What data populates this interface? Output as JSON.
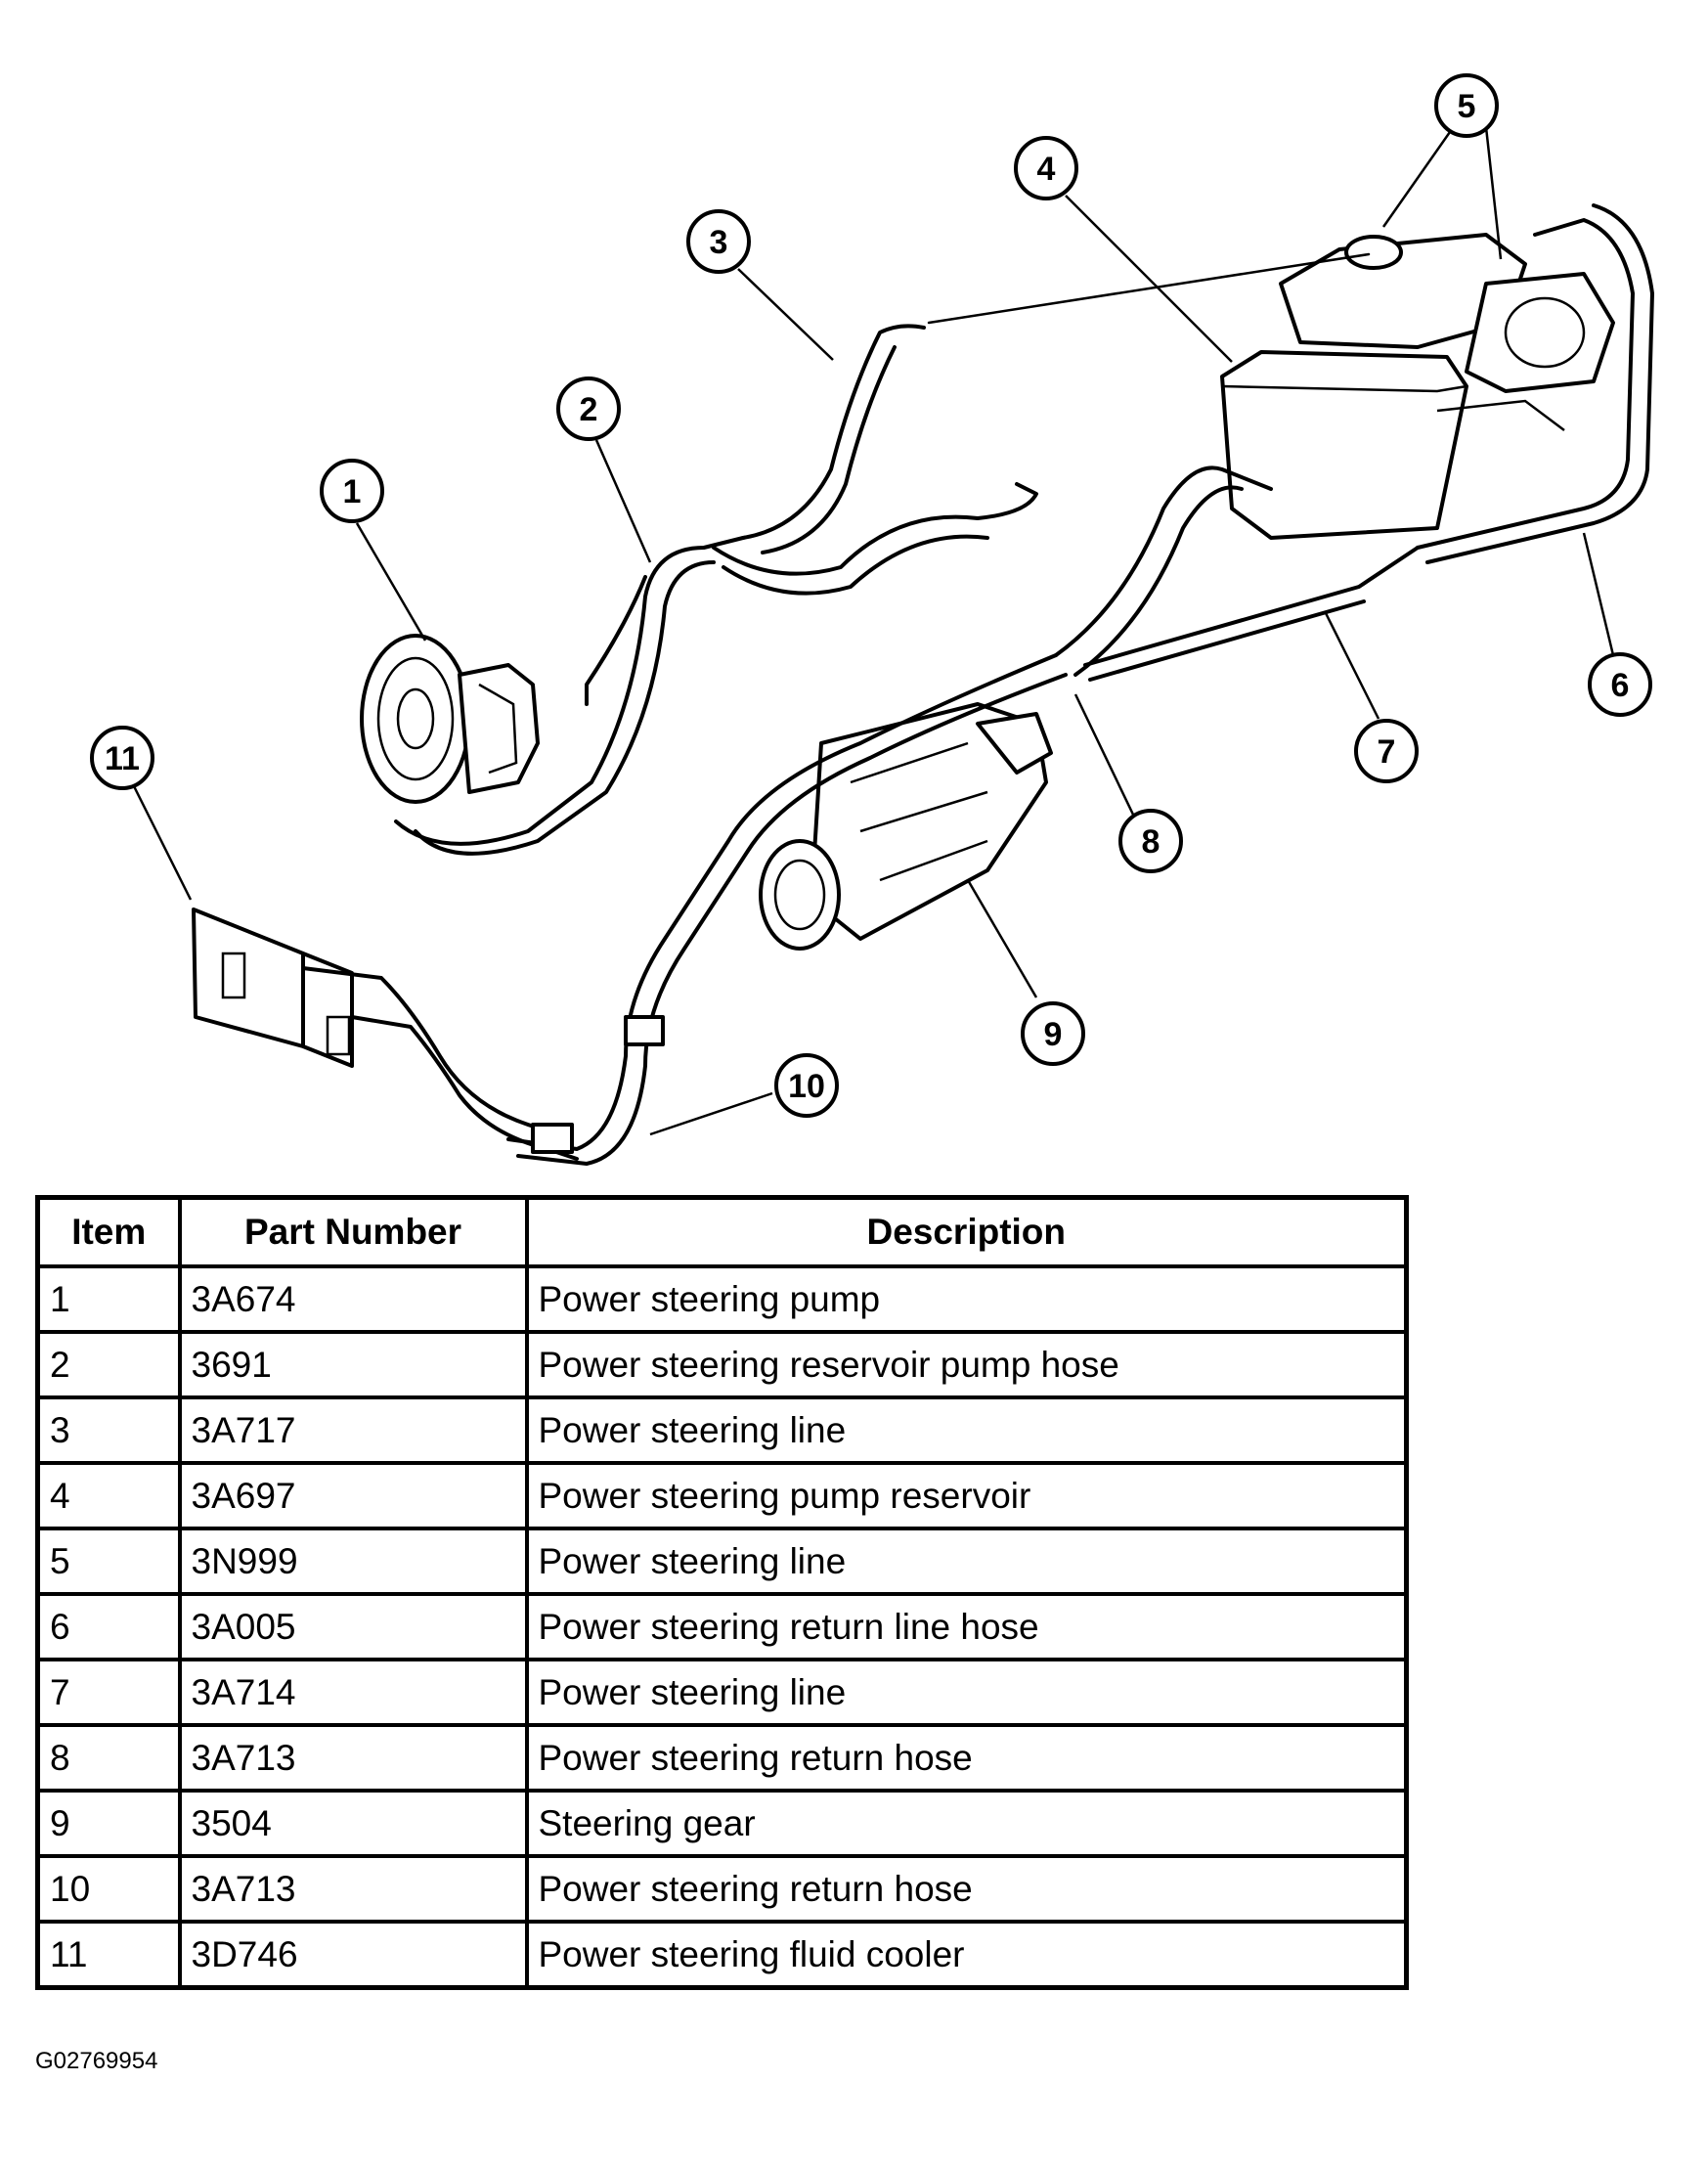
{
  "diagram": {
    "callouts": [
      "1",
      "2",
      "3",
      "4",
      "5",
      "6",
      "7",
      "8",
      "9",
      "10",
      "11"
    ]
  },
  "table": {
    "headers": {
      "item": "Item",
      "part_number": "Part Number",
      "description": "Description"
    },
    "rows": [
      {
        "item": "1",
        "part_number": "3A674",
        "description": "Power steering pump"
      },
      {
        "item": "2",
        "part_number": "3691",
        "description": "Power steering reservoir pump hose"
      },
      {
        "item": "3",
        "part_number": "3A717",
        "description": "Power steering line"
      },
      {
        "item": "4",
        "part_number": "3A697",
        "description": "Power steering pump reservoir"
      },
      {
        "item": "5",
        "part_number": "3N999",
        "description": "Power steering line"
      },
      {
        "item": "6",
        "part_number": "3A005",
        "description": "Power steering return line hose"
      },
      {
        "item": "7",
        "part_number": "3A714",
        "description": "Power steering line"
      },
      {
        "item": "8",
        "part_number": "3A713",
        "description": "Power steering return hose"
      },
      {
        "item": "9",
        "part_number": "3504",
        "description": "Steering gear"
      },
      {
        "item": "10",
        "part_number": "3A713",
        "description": "Power steering return hose"
      },
      {
        "item": "11",
        "part_number": "3D746",
        "description": "Power steering fluid cooler"
      }
    ]
  },
  "figure_id": "G02769954"
}
